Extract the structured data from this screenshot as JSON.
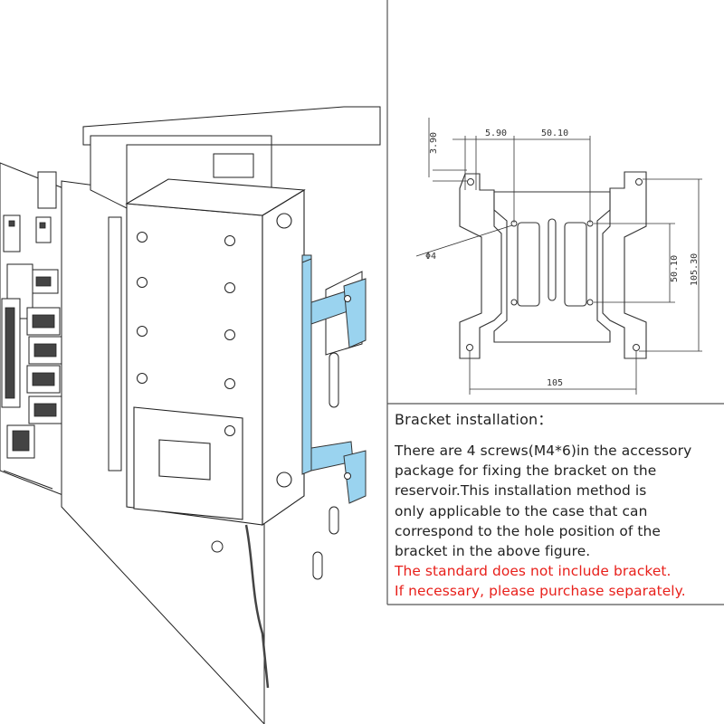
{
  "drawing": {
    "dim_top_left": "5.90",
    "dim_top_right": "50.10",
    "dim_vertical_small": "3.90",
    "dim_hole": "Φ4",
    "dim_height_inner": "50.10",
    "dim_height_outer": "105.30",
    "dim_width": "105"
  },
  "text_panel": {
    "heading": "Bracket installation：",
    "lines": [
      "There are 4 screws(M4*6)in the accessory",
      "package for fixing the bracket on the",
      "reservoir.This  installation method is",
      "only applicable to the case that can",
      "correspond to the hole position of the",
      "bracket in the above figure."
    ],
    "notes": [
      "The standard does not include bracket.",
      "If necessary, please purchase separately."
    ]
  },
  "colors": {
    "line": "#333333",
    "bracket_blue": "#9ad3ef",
    "note_red": "#e8201b"
  }
}
